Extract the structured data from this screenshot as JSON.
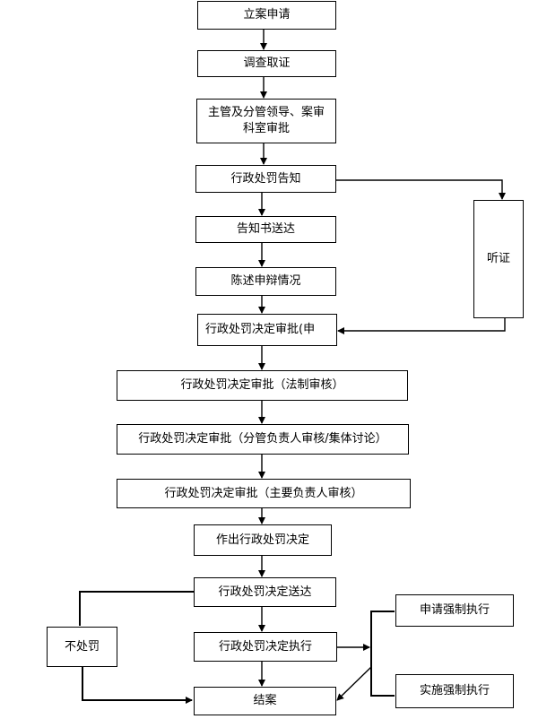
{
  "flowchart": {
    "nodes": {
      "filing": "立案申请",
      "investigation": "调查取证",
      "supervisor_review_line1": "主管及分管领导、案审",
      "supervisor_review_line2": "科室审批",
      "penalty_notice": "行政处罚告知",
      "notice_delivery": "告知书送达",
      "defense_statement": "陈述申辩情况",
      "hearing": "听证",
      "decision_review": "行政处罚决定审批(申",
      "legal_review": "行政处罚决定审批（法制审核）",
      "deputy_review": "行政处罚决定审批（分管负责人审核/集体讨论）",
      "chief_review": "行政处罚决定审批（主要负责人审核）",
      "make_decision": "作出行政处罚决定",
      "decision_delivery": "行政处罚决定送达",
      "no_penalty": "不处罚",
      "decision_execution": "行政处罚决定执行",
      "apply_enforcement": "申请强制执行",
      "implement_enforcement": "实施强制执行",
      "case_closed": "结案"
    }
  }
}
